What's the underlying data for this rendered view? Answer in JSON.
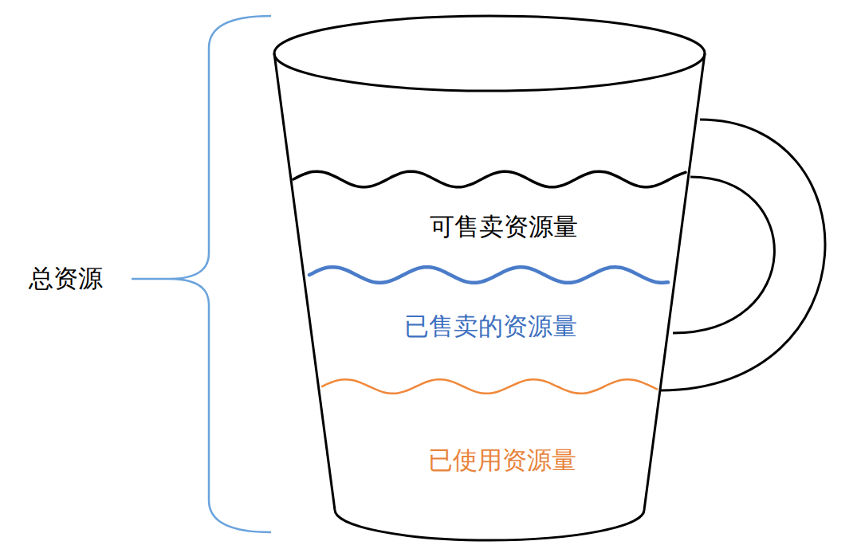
{
  "diagram": {
    "labels": [
      "总资源",
      "可售卖资源量",
      "已售卖的资源量",
      "已使用资源量"
    ]
  }
}
